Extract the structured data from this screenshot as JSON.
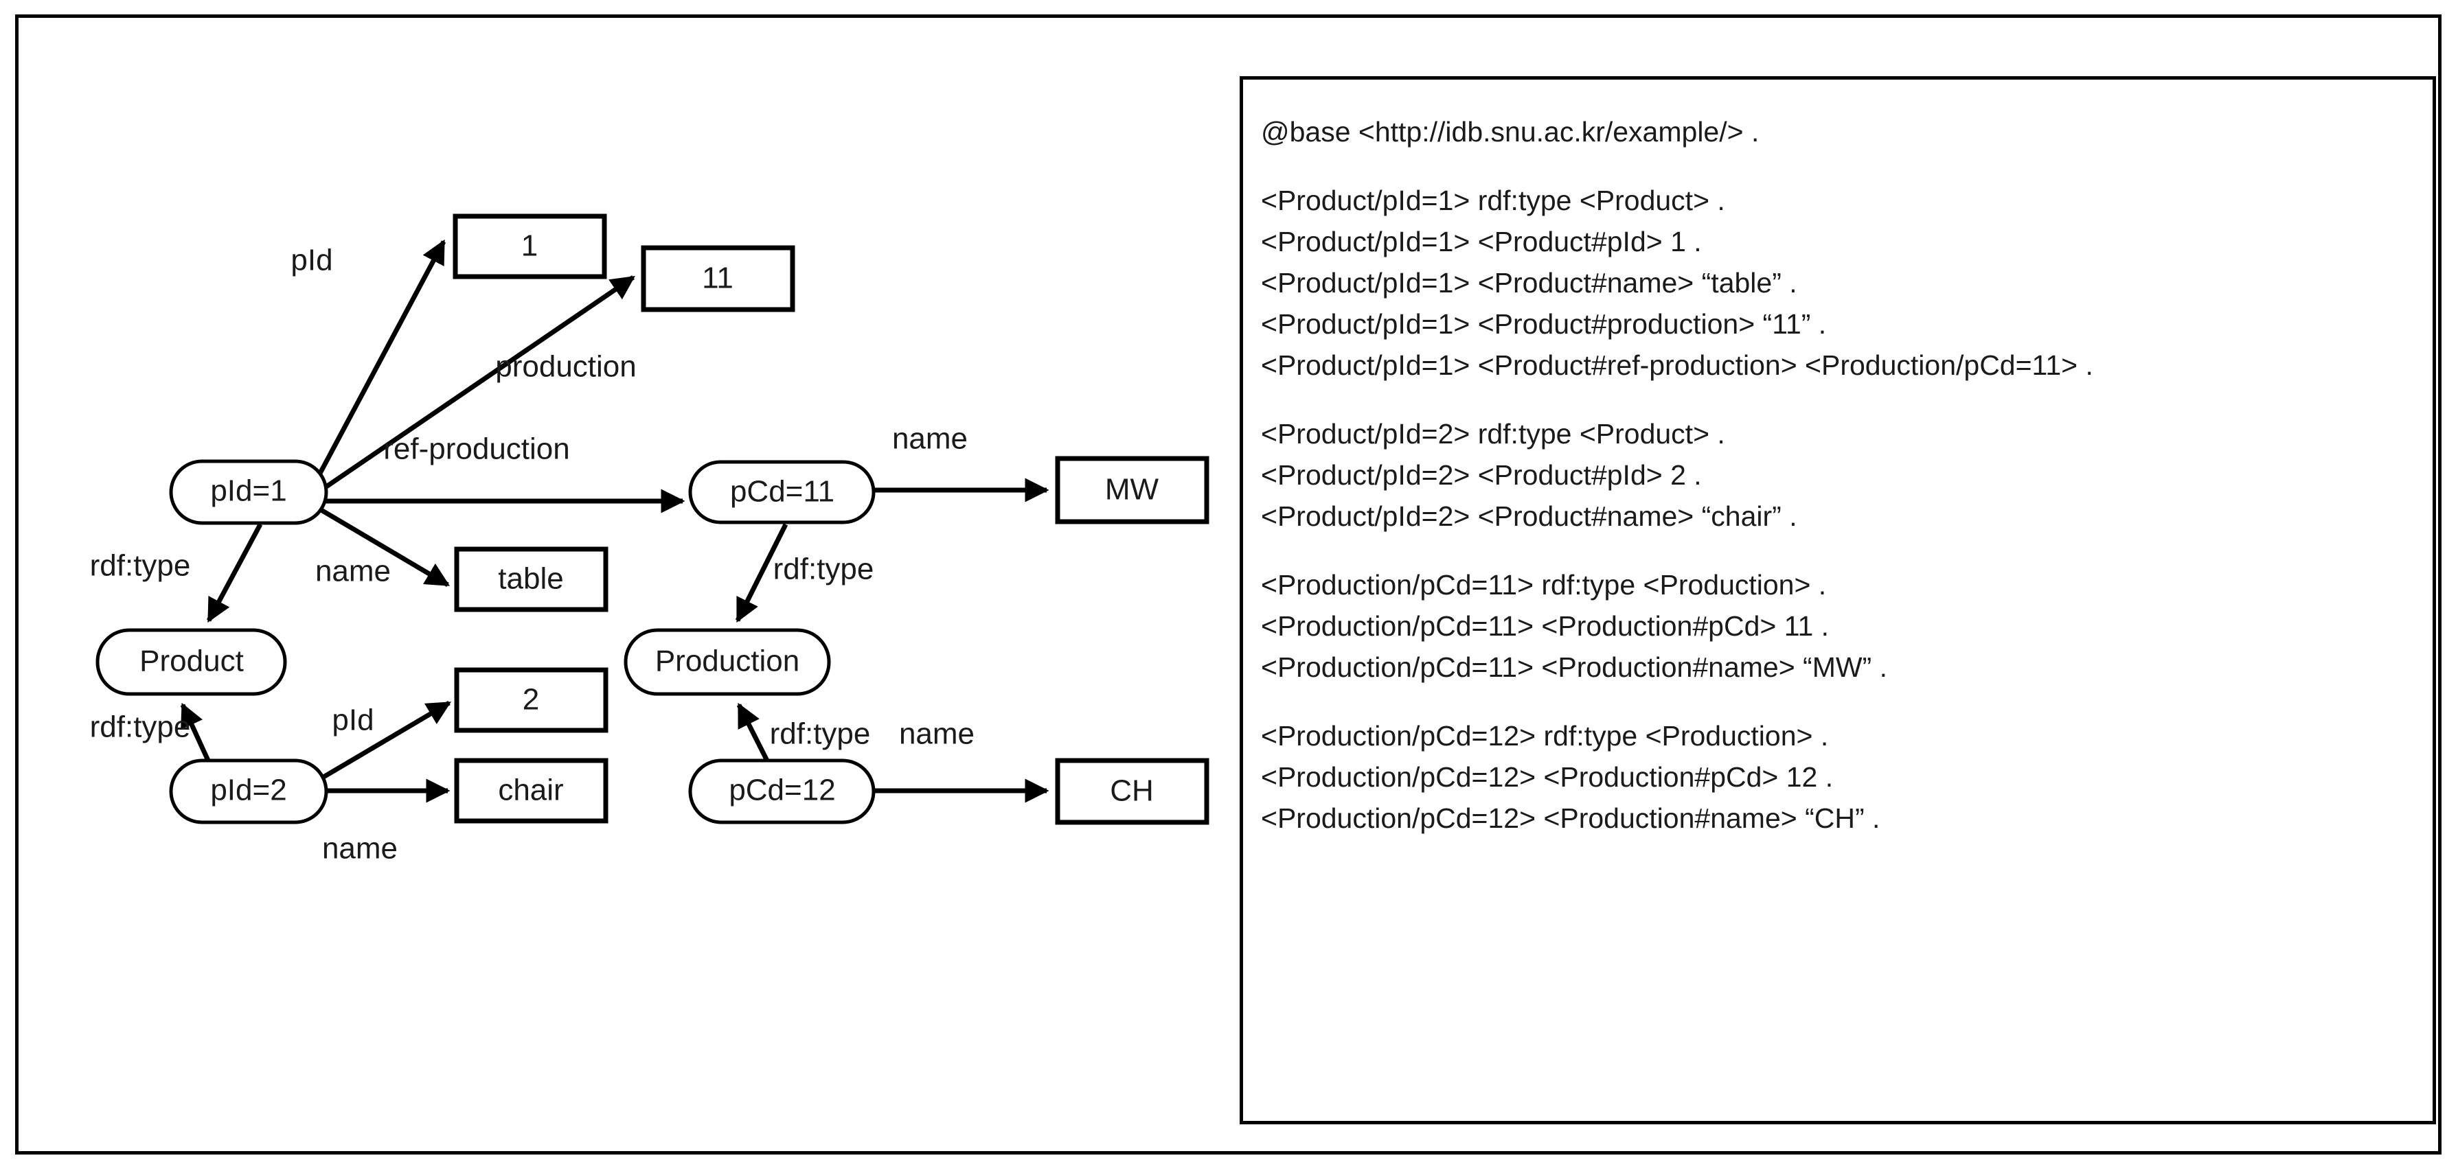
{
  "figure": {
    "kind": "rdf-graph-and-triples"
  },
  "graph": {
    "nodes": [
      {
        "id": "pid1",
        "label": "pId=1",
        "shape": "stadium"
      },
      {
        "id": "lit1",
        "label": "1",
        "shape": "rect"
      },
      {
        "id": "lit11",
        "label": "11",
        "shape": "rect"
      },
      {
        "id": "littable",
        "label": "table",
        "shape": "rect"
      },
      {
        "id": "product",
        "label": "Product",
        "shape": "stadium"
      },
      {
        "id": "pcd11",
        "label": "pCd=11",
        "shape": "stadium"
      },
      {
        "id": "litmw",
        "label": "MW",
        "shape": "rect"
      },
      {
        "id": "production",
        "label": "Production",
        "shape": "stadium"
      },
      {
        "id": "pid2",
        "label": "pId=2",
        "shape": "stadium"
      },
      {
        "id": "lit2",
        "label": "2",
        "shape": "rect"
      },
      {
        "id": "litchair",
        "label": "chair",
        "shape": "rect"
      },
      {
        "id": "pcd12",
        "label": "pCd=12",
        "shape": "stadium"
      },
      {
        "id": "litch",
        "label": "CH",
        "shape": "rect"
      }
    ],
    "edges": [
      {
        "from": "pid1",
        "to": "lit1",
        "label": "pId"
      },
      {
        "from": "pid1",
        "to": "lit11",
        "label": "production"
      },
      {
        "from": "pid1",
        "to": "pcd11",
        "label": "ref-production"
      },
      {
        "from": "pid1",
        "to": "littable",
        "label": "name"
      },
      {
        "from": "pid1",
        "to": "product",
        "label": "rdf:type"
      },
      {
        "from": "pid2",
        "to": "product",
        "label": "rdf:type"
      },
      {
        "from": "pid2",
        "to": "lit2",
        "label": "pId"
      },
      {
        "from": "pid2",
        "to": "litchair",
        "label": "name"
      },
      {
        "from": "pcd11",
        "to": "litmw",
        "label": "name"
      },
      {
        "from": "pcd11",
        "to": "production",
        "label": "rdf:type"
      },
      {
        "from": "pcd12",
        "to": "production",
        "label": "rdf:type"
      },
      {
        "from": "pcd12",
        "to": "litch",
        "label": "name"
      }
    ]
  },
  "triples": {
    "lines": [
      {
        "text": "@base <http://idb.snu.ac.kr/example/> ."
      },
      {
        "text": ""
      },
      {
        "text": "<Product/pId=1> rdf:type <Product> ."
      },
      {
        "text": "<Product/pId=1> <Product#pId> 1 ."
      },
      {
        "text": "<Product/pId=1> <Product#name> “table” ."
      },
      {
        "text": "<Product/pId=1> <Product#production> “11” ."
      },
      {
        "text": "<Product/pId=1> <Product#ref-production> <Production/pCd=11> ."
      },
      {
        "text": ""
      },
      {
        "text": "<Product/pId=2> rdf:type <Product> ."
      },
      {
        "text": "<Product/pId=2> <Product#pId> 2 ."
      },
      {
        "text": "<Product/pId=2> <Product#name> “chair” ."
      },
      {
        "text": ""
      },
      {
        "text": "<Production/pCd=11> rdf:type <Production> ."
      },
      {
        "text": "<Production/pCd=11> <Production#pCd> 11 ."
      },
      {
        "text": "<Production/pCd=11> <Production#name> “MW” ."
      },
      {
        "text": ""
      },
      {
        "text": "<Production/pCd=12> rdf:type <Production> ."
      },
      {
        "text": "<Production/pCd=12> <Production#pCd> 12 ."
      },
      {
        "text": "<Production/pCd=12> <Production#name> “CH” ."
      }
    ]
  },
  "colors": {
    "stroke": "#000000",
    "text": "#1a1a1a",
    "background": "#ffffff"
  }
}
